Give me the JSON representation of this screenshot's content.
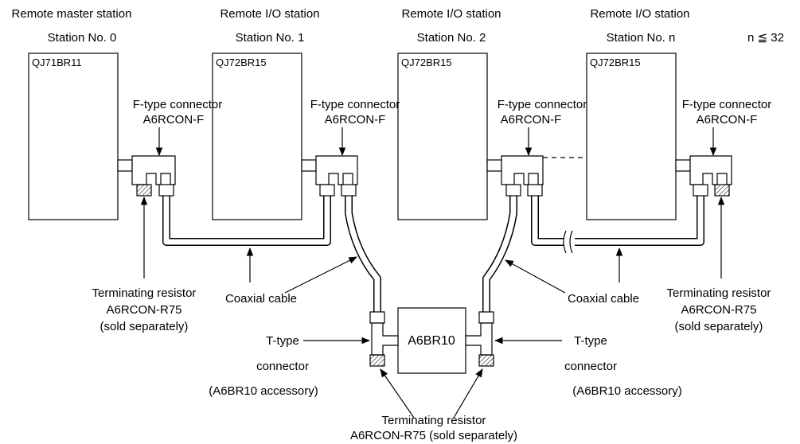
{
  "stations": [
    {
      "role": "Remote master station",
      "number": "Station No. 0",
      "model": "QJ71BR11"
    },
    {
      "role": "Remote I/O station",
      "number": "Station No. 1",
      "model": "QJ72BR15"
    },
    {
      "role": "Remote I/O station",
      "number": "Station No. 2",
      "model": "QJ72BR15"
    },
    {
      "role": "Remote I/O station",
      "number": "Station No. n",
      "model": "QJ72BR15"
    }
  ],
  "n_limit": "n ≦ 32",
  "f_connector": {
    "line1": "F-type connector",
    "line2": "A6RCON-F"
  },
  "term_left": {
    "line1": "Terminating resistor",
    "line2": "A6RCON-R75",
    "line3": "(sold separately)"
  },
  "term_right": {
    "line1": "Terminating resistor",
    "line2": "A6RCON-R75",
    "line3": "(sold separately)"
  },
  "coax_left": "Coaxial cable",
  "coax_right": "Coaxial cable",
  "repeater": "A6BR10",
  "t_left": {
    "line1": "T-type",
    "line2": "connector",
    "line3": "(A6BR10 accessory)"
  },
  "t_right": {
    "line1": "T-type",
    "line2": "connector",
    "line3": "(A6BR10 accessory)"
  },
  "term_bottom": {
    "line1": "Terminating resistor",
    "line2": "A6RCON-R75 (sold separately)"
  }
}
